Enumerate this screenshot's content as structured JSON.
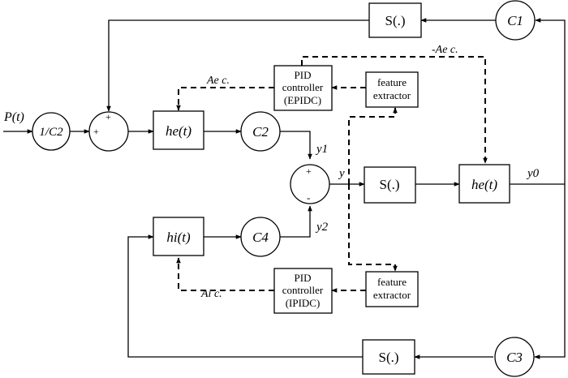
{
  "input_label": "P(t)",
  "blocks": {
    "s_top": "S(.)",
    "s_mid": "S(.)",
    "s_bot": "S(.)",
    "he_left": "he(t)",
    "he_right": "he(t)",
    "hi": "hi(t)",
    "pid_e": [
      "PID",
      "controller",
      "(EPIDC)"
    ],
    "pid_i": [
      "PID",
      "controller",
      "(IPIDC)"
    ],
    "feat_top": [
      "feature",
      "extractor"
    ],
    "feat_bot": [
      "feature",
      "extractor"
    ]
  },
  "gains": {
    "c1": "C1",
    "c2": "C2",
    "c3": "C3",
    "c4": "C4",
    "inv_c2": "1/C2"
  },
  "signals": {
    "y": "y",
    "y0": "y0",
    "y1": "y1",
    "y2": "y2",
    "ae_left": "Ae c.",
    "ae_right": "-Ae c.",
    "ai": "Ai c."
  },
  "signs": {
    "sum1_top": "+",
    "sum1_left": "+",
    "sum2_top": "+",
    "sum2_bottom": "-"
  }
}
